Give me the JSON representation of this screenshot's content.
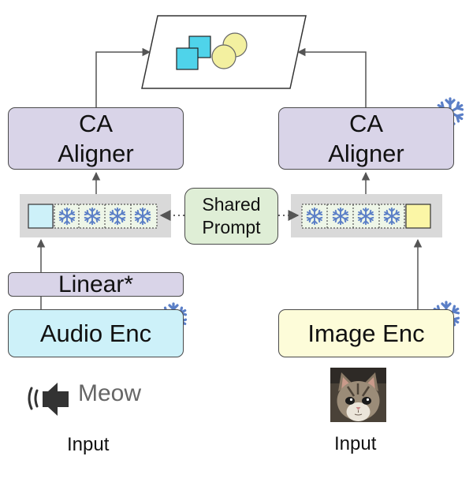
{
  "left_branch": {
    "aligner": [
      "CA",
      "Aligner"
    ],
    "linear": "Linear*",
    "encoder": "Audio Enc",
    "input_caption": "Input",
    "input_text": "Meow"
  },
  "right_branch": {
    "aligner": [
      "CA",
      "Aligner"
    ],
    "encoder": "Image Enc",
    "input_caption": "Input"
  },
  "shared_prompt": [
    "Shared",
    "Prompt"
  ],
  "icons": [
    "snowflake-icon",
    "speaker-icon",
    "cat-photo",
    "output-shapes"
  ],
  "colors": {
    "aligner_fill": "#d9d4e8",
    "audio_fill": "#cdf1f9",
    "image_fill": "#fdfcd9",
    "shared_fill": "#dfeed6",
    "token_strip": "#d9d9d9",
    "snowflake": "#5b7fc7"
  }
}
